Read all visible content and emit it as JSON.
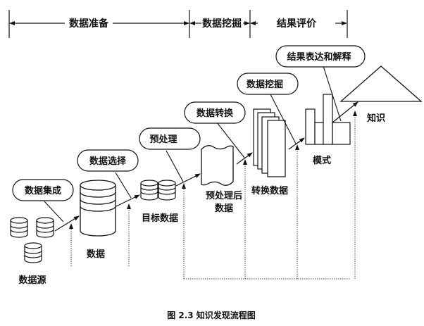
{
  "phases": [
    {
      "label": "数据准备"
    },
    {
      "label": "数据挖掘"
    },
    {
      "label": "结果评价"
    }
  ],
  "steps": [
    {
      "label": "数据集成"
    },
    {
      "label": "数据选择"
    },
    {
      "label": "预处理"
    },
    {
      "label": "数据转换"
    },
    {
      "label": "数据挖掘"
    },
    {
      "label": "结果表达和解释"
    }
  ],
  "nodes": {
    "source": "数据源",
    "data": "数据",
    "target": "目标数据",
    "preprocessed_line1": "预处理后",
    "preprocessed_line2": "数据",
    "transformed": "转换数据",
    "pattern": "模式",
    "knowledge": "知识"
  },
  "caption": "图 2.3 知识发现流程图"
}
